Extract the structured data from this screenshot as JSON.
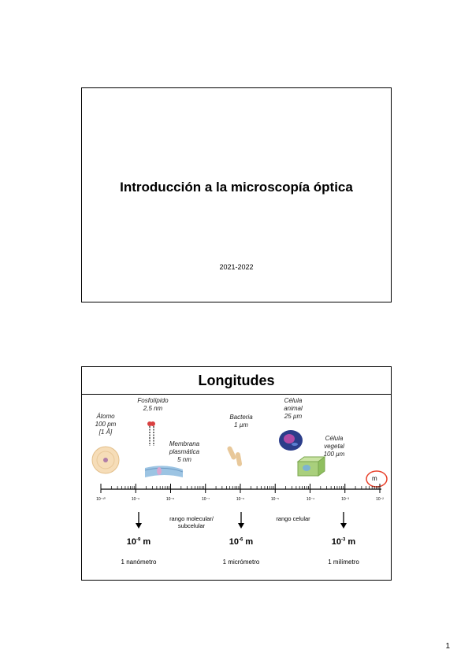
{
  "slide1": {
    "title": "Introducción a la microscopía óptica",
    "year": "2021-2022"
  },
  "slide2": {
    "title": "Longitudes",
    "items": {
      "atomo": [
        "Átomo",
        "100 pm",
        "[1 Å]"
      ],
      "fosfolipido": [
        "Fosfolípido",
        "2,5 nm"
      ],
      "membrana": [
        "Membrana",
        "plasmática",
        "5 nm"
      ],
      "bacteria": [
        "Bacteria",
        "1 µm"
      ],
      "celula_animal": [
        "Célula",
        "animal",
        "25 µm"
      ],
      "celula_vegetal": [
        "Célula",
        "vegetal",
        "100 µm"
      ]
    },
    "unit_marker": "m",
    "ticks": [
      "10⁻¹⁰",
      "10⁻⁹",
      "10⁻⁸",
      "10⁻⁷",
      "10⁻⁶",
      "10⁻⁵",
      "10⁻⁴",
      "10⁻³",
      "10⁻²"
    ],
    "ranges": {
      "molecular": [
        "rango molecular/",
        "subcelular"
      ],
      "celular": "rango celular"
    },
    "scales": [
      {
        "base": "10",
        "exp": "-9",
        "unit": " m",
        "name": "1 nanómetro"
      },
      {
        "base": "10",
        "exp": "-6",
        "unit": " m",
        "name": "1 micrómetro"
      },
      {
        "base": "10",
        "exp": "-3",
        "unit": " m",
        "name": "1 milímetro"
      }
    ],
    "colors": {
      "marker_circle": "#e8402a"
    }
  },
  "page_number": "1"
}
